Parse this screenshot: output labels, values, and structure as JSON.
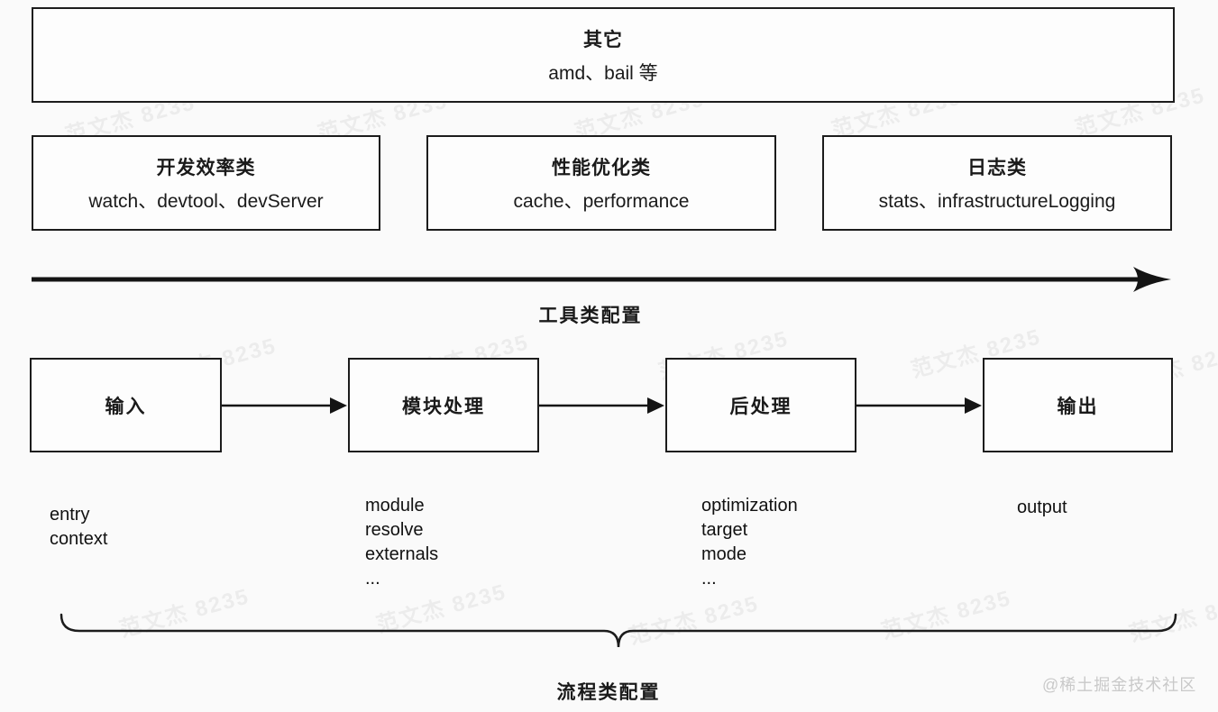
{
  "other_box": {
    "title": "其它",
    "subtitle": "amd、bail 等"
  },
  "tool_boxes": [
    {
      "title": "开发效率类",
      "subtitle": "watch、devtool、devServer"
    },
    {
      "title": "性能优化类",
      "subtitle": "cache、performance"
    },
    {
      "title": "日志类",
      "subtitle": "stats、infrastructureLogging"
    }
  ],
  "tool_arrow_label": "工具类配置",
  "flow": {
    "stages": [
      {
        "label": "输入",
        "options": [
          "entry",
          "context"
        ]
      },
      {
        "label": "模块处理",
        "options": [
          "module",
          "resolve",
          "externals",
          "..."
        ]
      },
      {
        "label": "后处理",
        "options": [
          "optimization",
          "target",
          "mode",
          "..."
        ]
      },
      {
        "label": "输出",
        "options": [
          "output"
        ]
      }
    ],
    "brace_label": "流程类配置"
  },
  "watermark": {
    "text": "范文杰 8235"
  },
  "credit": "@稀土掘金技术社区",
  "colors": {
    "line": "#141414",
    "border": "#1c1c1c"
  }
}
